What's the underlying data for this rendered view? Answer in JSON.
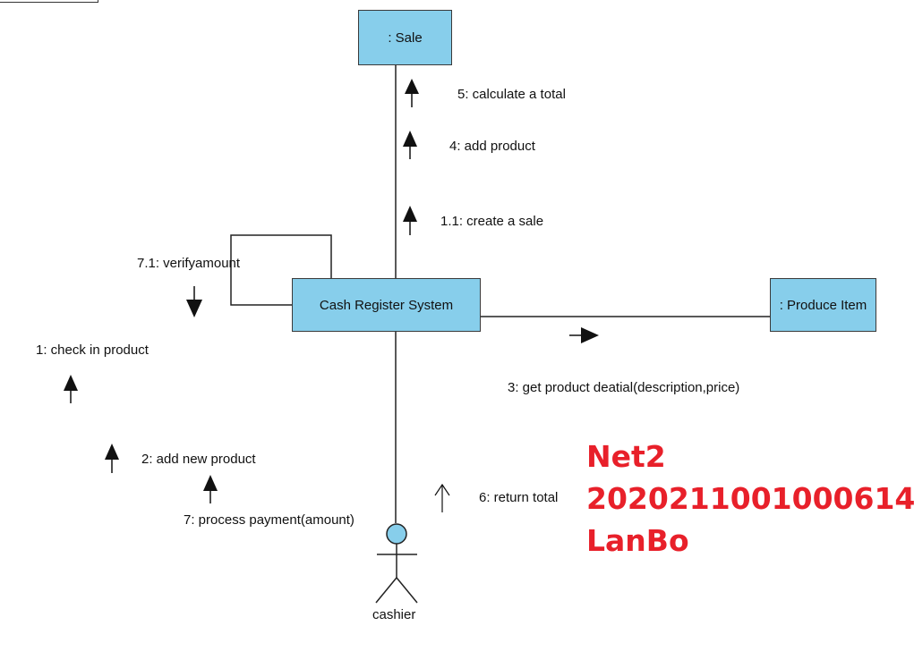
{
  "objects": {
    "sale": ": Sale",
    "cash_register": "Cash Register System",
    "produce_item": ": Produce Item"
  },
  "actor": {
    "name": "cashier"
  },
  "messages": {
    "m5": "5: calculate a total",
    "m4": "4: add product",
    "m11": "1.1: create a sale",
    "m71": "7.1: verifyamount",
    "m1": "1: check in product",
    "m3": "3: get product deatial(description,price)",
    "m2": "2: add new product",
    "m7": "7: process payment(amount)",
    "m6": "6: return total"
  },
  "watermark": {
    "line1": "Net2",
    "line2": "2020211001000614",
    "line3": "LanBo"
  },
  "colors": {
    "object_fill": "#87ceeb",
    "watermark": "#e8202a"
  }
}
